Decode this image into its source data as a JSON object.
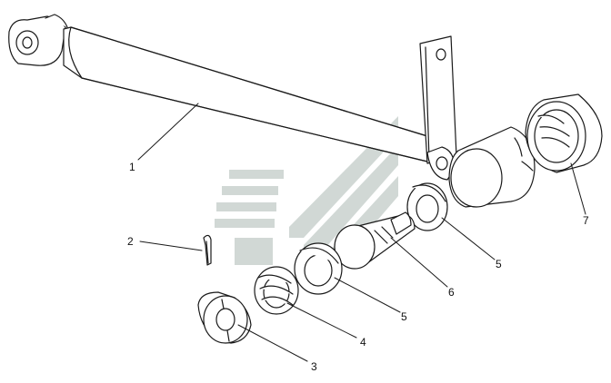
{
  "diagram": {
    "callouts": [
      {
        "id": "c1",
        "text": "1"
      },
      {
        "id": "c2",
        "text": "2"
      },
      {
        "id": "c3",
        "text": "3"
      },
      {
        "id": "c4",
        "text": "4"
      },
      {
        "id": "c5a",
        "text": "5"
      },
      {
        "id": "c5b",
        "text": "5"
      },
      {
        "id": "c6",
        "text": "6"
      },
      {
        "id": "c7",
        "text": "7"
      }
    ],
    "colors": {
      "line": "#1a1a1a",
      "watermark": "#c9d2ce"
    }
  }
}
